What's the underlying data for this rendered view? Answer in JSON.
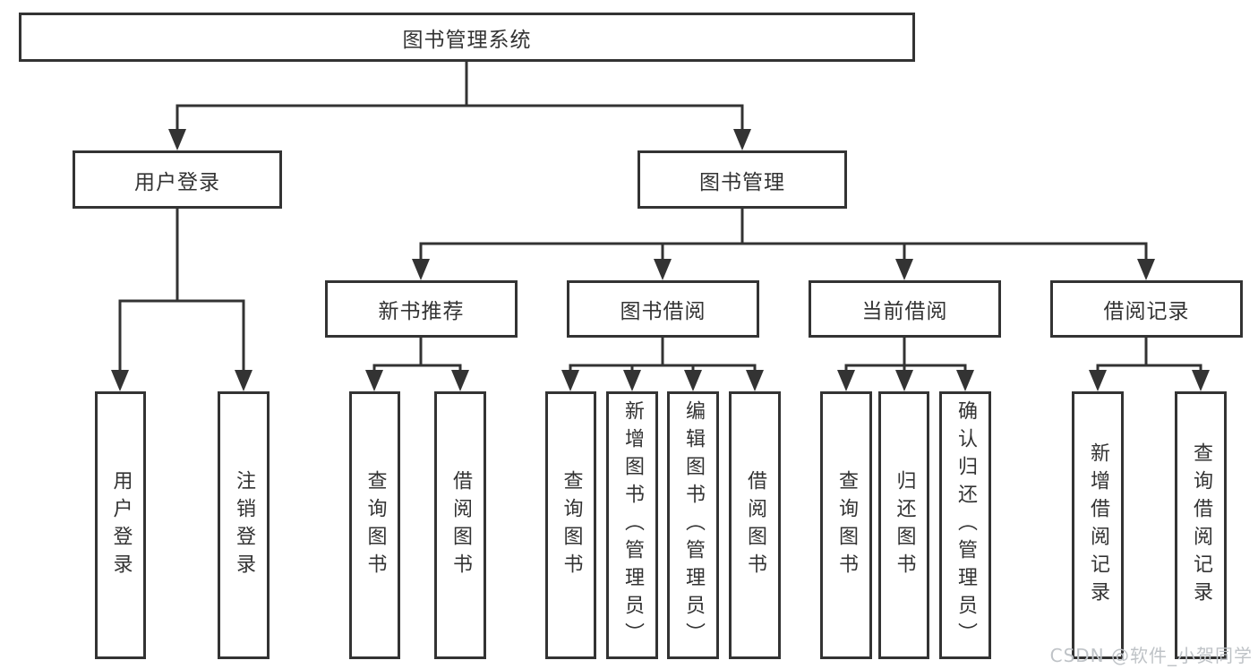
{
  "diagram_type": "hierarchy-tree",
  "tree": {
    "label": "图书管理系统",
    "children": [
      {
        "label": "用户登录",
        "children": [
          {
            "label": "用户登录"
          },
          {
            "label": "注销登录"
          }
        ]
      },
      {
        "label": "图书管理",
        "children": [
          {
            "label": "新书推荐",
            "children": [
              {
                "label": "查询图书"
              },
              {
                "label": "借阅图书"
              }
            ]
          },
          {
            "label": "图书借阅",
            "children": [
              {
                "label": "查询图书"
              },
              {
                "label": "新增图书（管理员）"
              },
              {
                "label": "编辑图书（管理员）"
              },
              {
                "label": "借阅图书"
              }
            ]
          },
          {
            "label": "当前借阅",
            "children": [
              {
                "label": "查询图书"
              },
              {
                "label": "归还图书"
              },
              {
                "label": "确认归还（管理员）"
              }
            ]
          },
          {
            "label": "借阅记录",
            "children": [
              {
                "label": "新增借阅记录"
              },
              {
                "label": "查询借阅记录"
              }
            ]
          }
        ]
      }
    ]
  },
  "watermark": "CSDN @软件_小贺同学",
  "colors": {
    "line": "#333333",
    "text": "#333333",
    "watermark": "#bfc3c7"
  }
}
